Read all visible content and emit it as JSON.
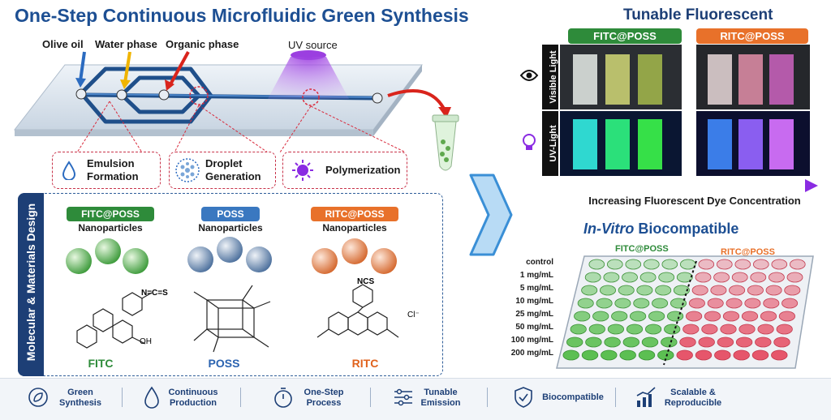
{
  "title": "One-Step Continuous Microfluidic Green Synthesis",
  "chip_labels": {
    "olive_oil": "Olive oil",
    "water_phase": "Water phase",
    "organic_phase": "Organic phase",
    "uv_source": "UV source"
  },
  "steps": [
    {
      "line1": "Emulsion",
      "line2": "Formation",
      "icon": "droplet-icon"
    },
    {
      "line1": "Droplet",
      "line2": "Generation",
      "icon": "droplets-circle-icon"
    },
    {
      "line1": "Polymerization",
      "line2": "",
      "icon": "sun-icon"
    }
  ],
  "materials": {
    "side_title": "Molecular & Materials Design",
    "items": [
      {
        "tag": "FITC@POSS",
        "sub": "Nanoparticles",
        "name": "FITC",
        "tag_color": "#2e8b3a",
        "name_color": "#2e8b3a",
        "group": "N=C=S"
      },
      {
        "tag": "POSS",
        "sub": "Nanoparticles",
        "name": "POSS",
        "tag_color": "#3a78c0",
        "name_color": "#2b63b0",
        "group": ""
      },
      {
        "tag": "RITC@POSS",
        "sub": "Nanoparticles",
        "name": "RITC",
        "tag_color": "#e8712a",
        "name_color": "#e0621d",
        "group": "NCS"
      }
    ],
    "chem_extra": {
      "oh": "OH",
      "cl": "Cl⁻"
    }
  },
  "fluorescent": {
    "title": "Tunable Fluorescent",
    "fitc_tag": "FITC@POSS",
    "ritc_tag": "RITC@POSS",
    "visible_label": "Visible Light",
    "uv_label": "UV-Light",
    "gradient_label": "Increasing Fluorescent Dye Concentration"
  },
  "biocompat": {
    "title_italic": "In-Vitro",
    "title_rest": " Biocompatible",
    "fitc_label": "FITC@POSS",
    "ritc_label": "RITC@POSS",
    "concentrations": [
      "control",
      "1 mg/mL",
      "5 mg/mL",
      "10 mg/mL",
      "25 mg/mL",
      "50 mg/mL",
      "100 mg/mL",
      "200 mg/mL"
    ]
  },
  "footer": [
    {
      "line1": "Green",
      "line2": "Synthesis",
      "icon": "leaf-icon"
    },
    {
      "line1": "Continuous",
      "line2": "Production",
      "icon": "drop-icon"
    },
    {
      "line1": "One-Step",
      "line2": "Process",
      "icon": "stopwatch-icon"
    },
    {
      "line1": "Tunable",
      "line2": "Emission",
      "icon": "sliders-icon"
    },
    {
      "line1": "Biocompatible",
      "line2": "",
      "icon": "shield-check-icon"
    },
    {
      "line1": "Scalable &",
      "line2": "Reproducible",
      "icon": "growth-chart-icon"
    }
  ],
  "colors": {
    "title_blue": "#1d4f93",
    "channel_blue": "#1f4f8a",
    "green": "#2e8b3a",
    "orange": "#e8712a",
    "red_arrow": "#d9241c"
  }
}
